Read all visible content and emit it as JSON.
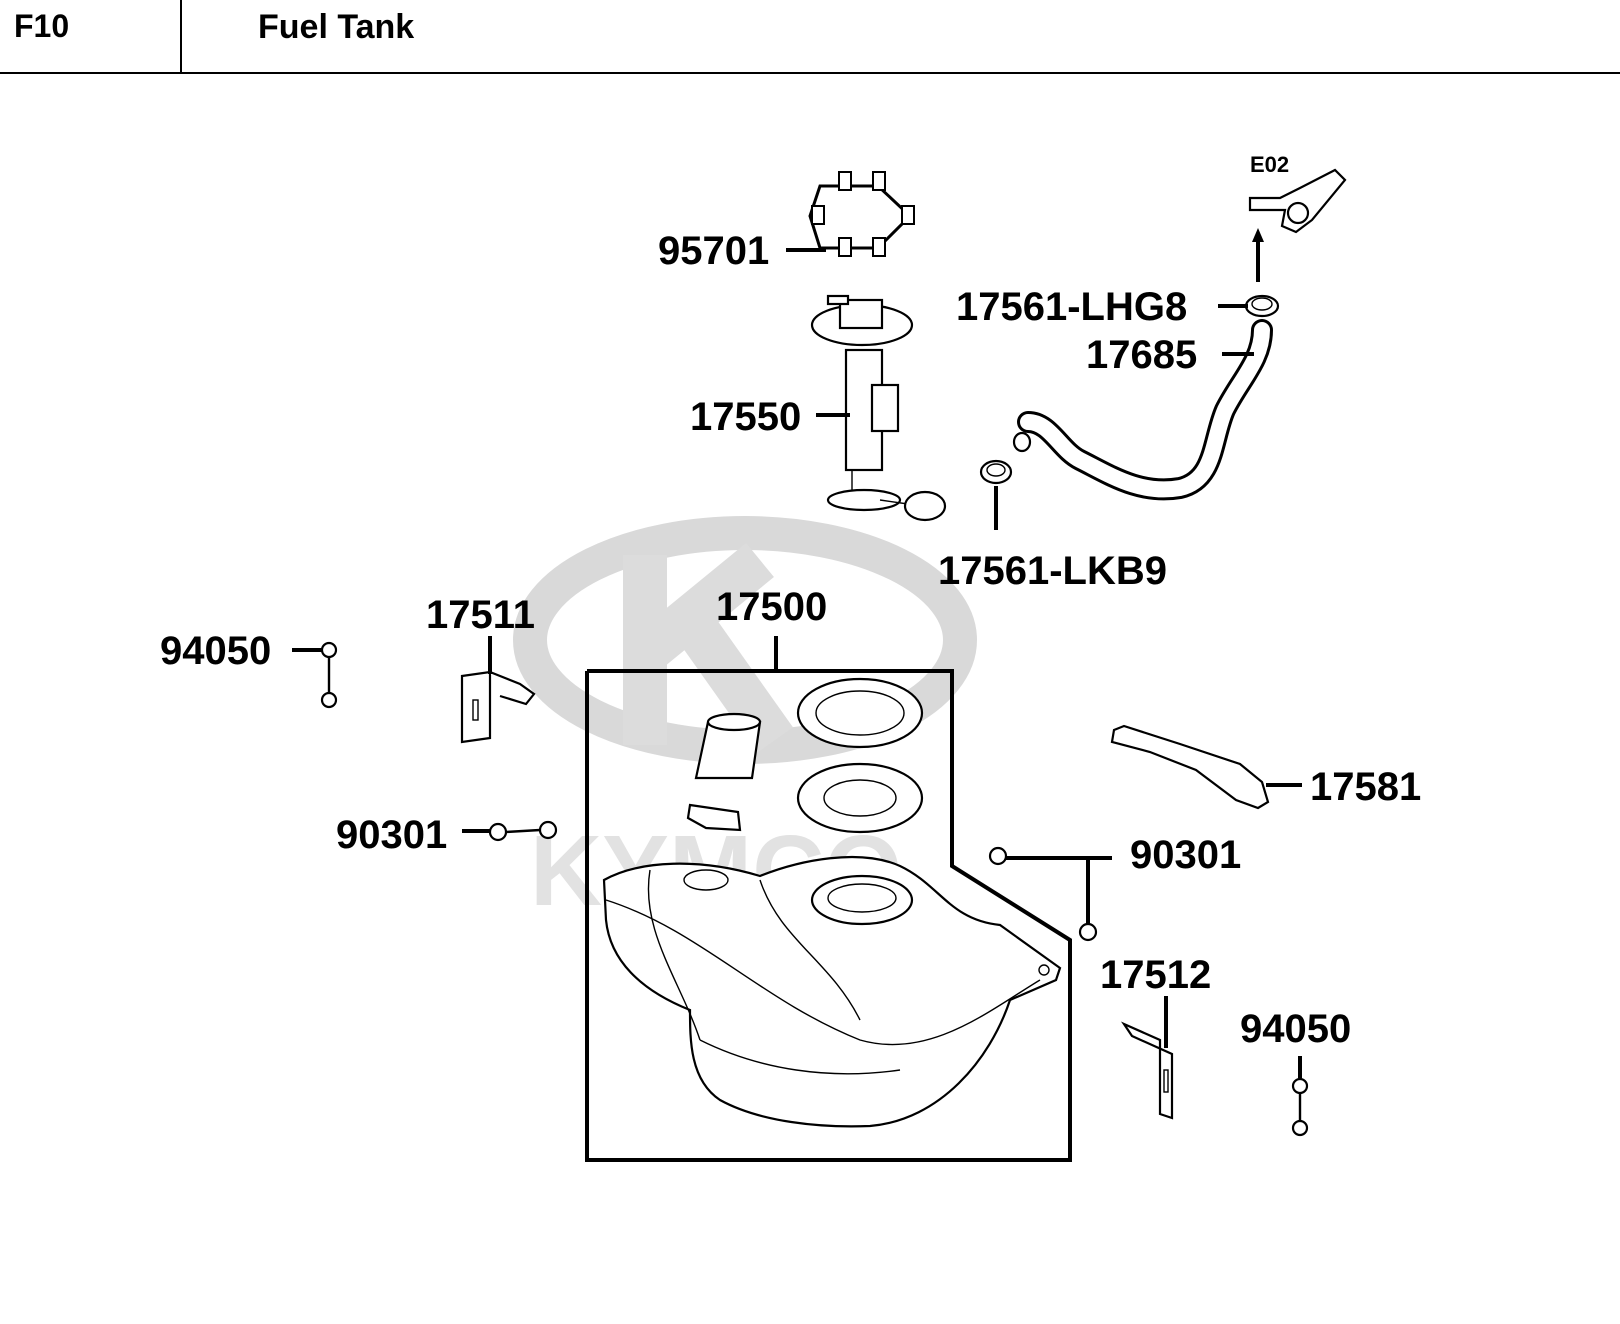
{
  "header": {
    "code": "F10",
    "title": "Fuel Tank"
  },
  "diagram": {
    "watermark": "KYMCO",
    "callouts": {
      "c_95701": "95701",
      "c_17550": "17550",
      "c_17561_lhg8": "17561-LHG8",
      "c_17685": "17685",
      "c_17561_lkb9": "17561-LKB9",
      "c_e02": "E02",
      "c_94050_left": "94050",
      "c_17511": "17511",
      "c_17500": "17500",
      "c_90301_left": "90301",
      "c_17581": "17581",
      "c_90301_right": "90301",
      "c_17512": "17512",
      "c_94050_right": "94050"
    }
  },
  "colors": {
    "line": "#000000",
    "background": "#ffffff",
    "watermark": "#d9d9d9"
  }
}
